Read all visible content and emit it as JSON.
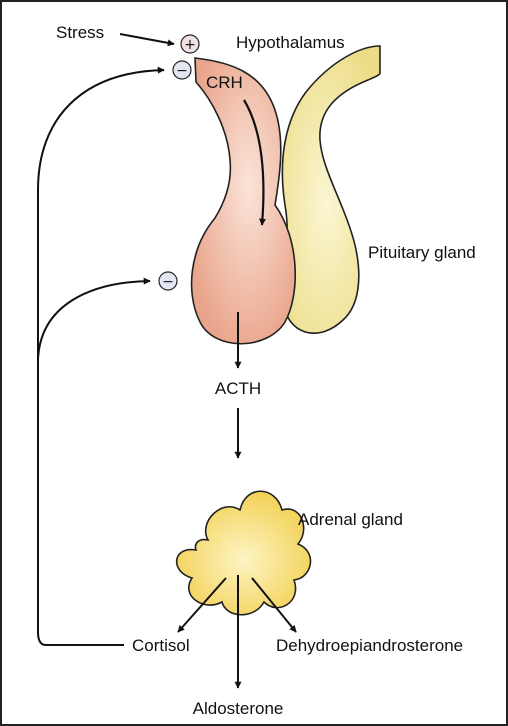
{
  "labels": {
    "stress": "Stress",
    "hypothalamus": "Hypothalamus",
    "crh": "CRH",
    "pituitary": "Pituitary gland",
    "acth": "ACTH",
    "adrenal": "Adrenal gland",
    "cortisol": "Cortisol",
    "dhea": "Dehydroepiandrosterone",
    "aldosterone": "Aldosterone"
  },
  "signs": {
    "plus": "+",
    "minus_hypothalamus": "−",
    "minus_pituitary": "−"
  },
  "colors": {
    "anterior_pituitary": "#efb59d",
    "posterior_pituitary": "#f4eaa4",
    "adrenal_gland": "#f7d96a",
    "sign_circle": "#f1e2e2",
    "arrows": "#111111"
  }
}
